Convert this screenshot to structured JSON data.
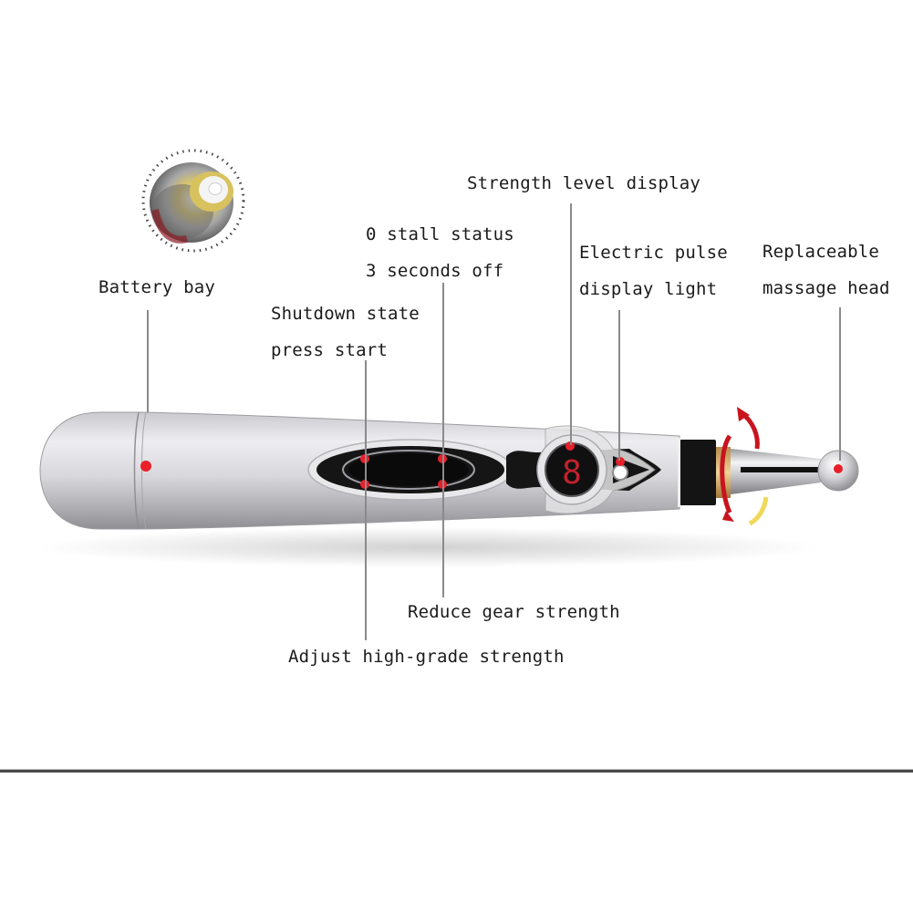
{
  "diagram": {
    "subject": "Electronic acupuncture pen",
    "labels": {
      "battery_bay": "Battery bay",
      "stall_status_line1": "0 stall status",
      "stall_status_line2": "3 seconds off",
      "shutdown_line1": "Shutdown state",
      "shutdown_line2": "press start",
      "strength_display": "Strength level display",
      "pulse_line1": "Electric pulse",
      "pulse_line2": "display light",
      "head_line1": "Replaceable",
      "head_line2": "massage head",
      "reduce_gear": "Reduce gear strength",
      "adjust_high": "Adjust high-grade strength"
    },
    "display_digit": "8",
    "colors": {
      "marker_red": "#e8202a",
      "body_silver": "#d4d4d8",
      "panel_black": "#111111",
      "leader_gray": "#8a8a8a",
      "arrow_red": "#c8141e",
      "arrow_yellow": "#f2d85a",
      "divider": "#4a4a4a"
    }
  }
}
